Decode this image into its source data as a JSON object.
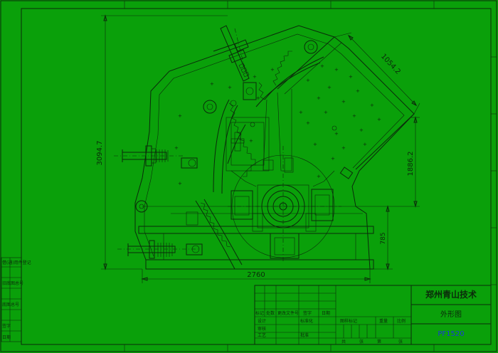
{
  "drawing": {
    "company": "郑州青山技术",
    "drawing_name": "外形图",
    "model": "PF1520"
  },
  "dimensions": {
    "overall_width": "2760",
    "overall_height": "3094.7",
    "right_height": "1886.2",
    "lower_height": "785",
    "diagonal": "1054.2"
  },
  "side_table": [
    "借(通)用件登记",
    "旧底图总号",
    "底图总号",
    "签字",
    "日期"
  ],
  "title_block": {
    "rev_headers": [
      "标记",
      "处数",
      "更改文件号",
      "签字",
      "日期"
    ],
    "row_labels": [
      "设计",
      "审核",
      "工艺",
      "标准化",
      "批准"
    ],
    "stage_headers": [
      "图样标记",
      "重量",
      "比例"
    ],
    "sheet_text": [
      "共",
      "张",
      "第",
      "张"
    ]
  },
  "colors": {
    "background": "#0aa00a",
    "line": "#0b2a0b",
    "model_text": "#1a3ad8"
  }
}
